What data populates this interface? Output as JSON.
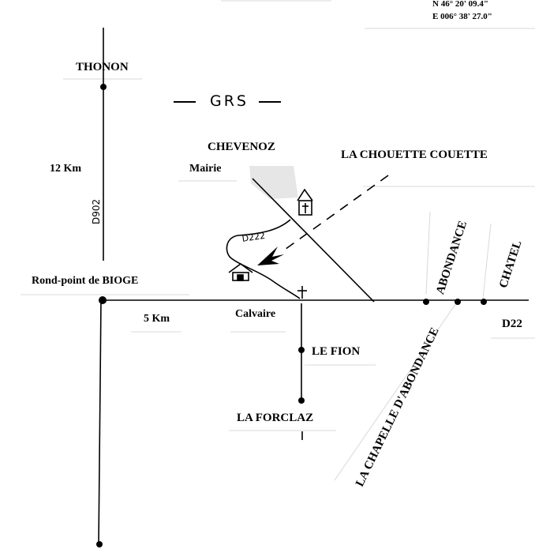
{
  "coordinates": {
    "lat": "N  46° 20' 09.4\"",
    "lon": "E  006° 38' 27.0\""
  },
  "gps_label": "GRS",
  "places": {
    "thonon": "THONON",
    "chevenoz": "CHEVENOZ",
    "mairie": "Mairie",
    "bioge": "Rond-point de BIOGE",
    "calvaire": "Calvaire",
    "le_fion": "LE FION",
    "la_forclaz": "LA FORCLAZ",
    "abondance": "ABONDANCE",
    "chatel": "CHATEL",
    "chapelle": "LA CHAPELLE D'ABONDANCE",
    "destination": "LA CHOUETTE COUETTE"
  },
  "roads": {
    "d902": "D902",
    "d22": "D22",
    "d222": "D222"
  },
  "distances": {
    "to_thonon": "12 Km",
    "to_calvaire": "5 Km"
  },
  "icons": {
    "church": "church-icon",
    "house": "house-icon",
    "cross": "cross-icon"
  },
  "colors": {
    "ink": "#000000",
    "paper": "#ffffff"
  }
}
